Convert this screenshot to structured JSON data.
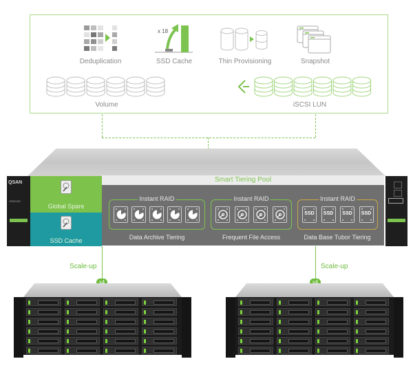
{
  "features": [
    {
      "label": "Deduplication",
      "icon": "deduplication-icon"
    },
    {
      "label": "SSD Cache",
      "icon": "ssd-cache-icon",
      "multiplier": "x 18"
    },
    {
      "label": "Thin Provisioning",
      "icon": "thin-provisioning-icon"
    },
    {
      "label": "Snapshot",
      "icon": "snapshot-icon"
    }
  ],
  "storage": {
    "volume_label": "Volume",
    "iscsi_label": "iSCSI LUN"
  },
  "head_unit": {
    "brand": "QSAN",
    "model": "XS5212D",
    "global_spare_label": "Global Spare",
    "ssd_cache_label": "SSD Cache",
    "pool_title": "Smart Tiering Pool",
    "groups": [
      {
        "raid_label": "Instant RAID",
        "tier_label": "Data Archive Tiering",
        "disks": 5,
        "disk_type": "hdd-solid"
      },
      {
        "raid_label": "Instant RAID",
        "tier_label": "Frequent File Access",
        "disks": 4,
        "disk_type": "hdd-ring"
      },
      {
        "raid_label": "Instant RAID",
        "tier_label": "Data Base Tubor Tiering",
        "disks": 4,
        "disk_type": "ssd",
        "disk_text": "SSD"
      }
    ]
  },
  "expansion": [
    {
      "scale_label": "Scale-up",
      "count_badge": "x4"
    },
    {
      "scale_label": "Scale-up",
      "count_badge": "x4"
    }
  ],
  "colors": {
    "accent_green": "#7cc34f",
    "teal": "#1e9aa0",
    "gold": "#c8a648",
    "pool_gray": "#6f6f6f"
  }
}
